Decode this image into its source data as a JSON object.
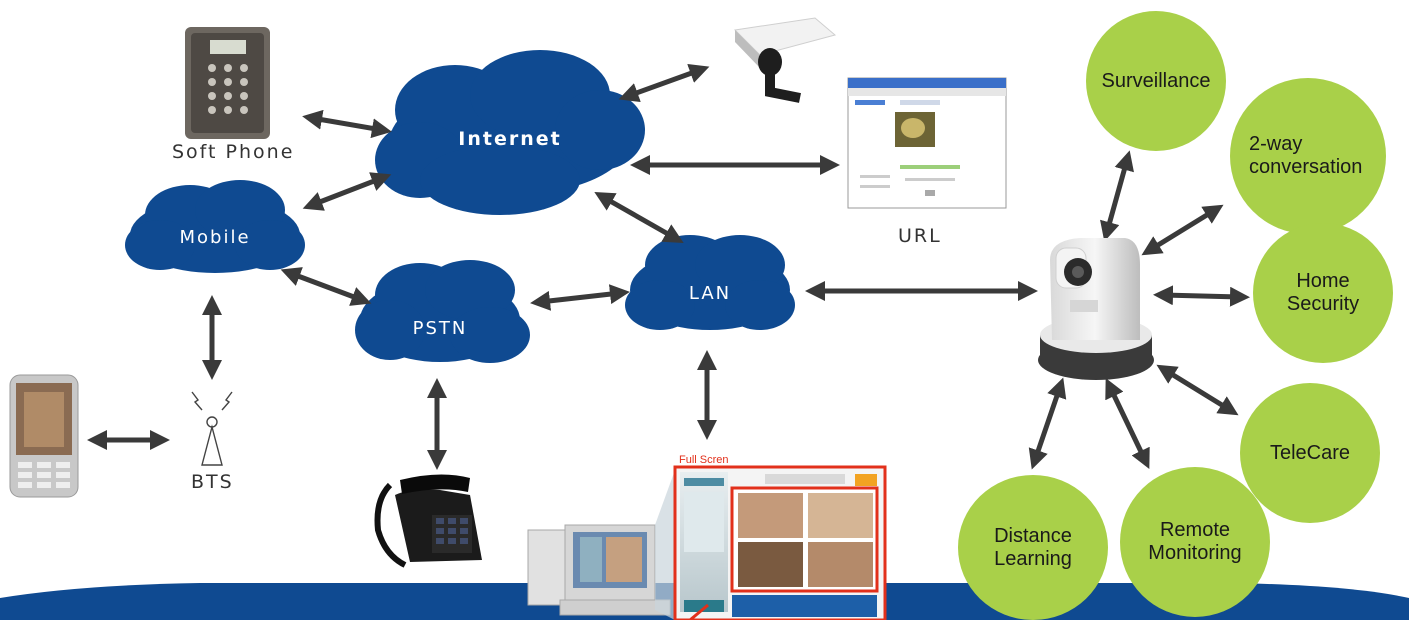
{
  "colors": {
    "cloud": "#0f4a91",
    "circle": "#a9d049",
    "arrow": "#3a3a3a",
    "footer_band": "#0f4a91",
    "highlight": "#e2301b"
  },
  "clouds": {
    "internet": "Internet",
    "mobile": "Mobile",
    "pstn": "PSTN",
    "lan": "LAN"
  },
  "devices": {
    "soft_phone": "Soft Phone",
    "url": "URL",
    "bts": "BTS",
    "full_screen": "Full Scren"
  },
  "applications": {
    "surveillance": "Surveillance",
    "two_way": "2-way conversation",
    "home_security": "Home Security",
    "telecare": "TeleCare",
    "remote_monitoring": "Remote Monitoring",
    "distance_learning": "Distance Learning"
  }
}
